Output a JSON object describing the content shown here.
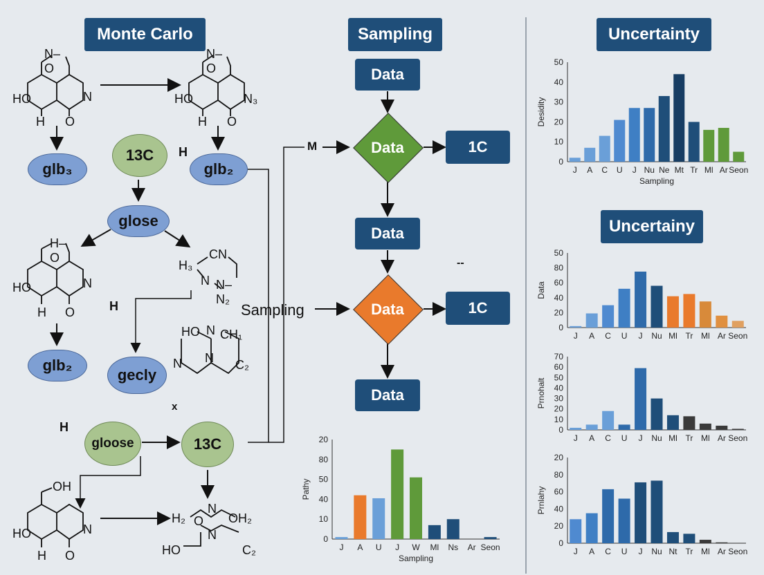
{
  "titles": {
    "monte_carlo": "Monte Carlo",
    "sampling": "Sampling",
    "uncertainty_1": "Uncertainty",
    "uncertainty_2": "Uncertainy"
  },
  "flow": {
    "box_top": "Data",
    "diamond_1": "Data",
    "out_1": "1C",
    "box_mid": "Data",
    "diamond_2": "Data",
    "out_2": "1C",
    "box_bottom": "Data",
    "m_label": "M",
    "sampling_label": "Sampling",
    "dash": "--"
  },
  "left": {
    "blob_1": "glb₃",
    "circle_13c_top": "13C",
    "h_1": "H",
    "blob_2": "glb₂",
    "blob_glose": "glose",
    "h_2": "H",
    "blob_3": "glb₂",
    "blob_gecly": "gecly",
    "x_label": "x",
    "h_3": "H",
    "circle_gloose": "gloose",
    "circle_13c_bottom": "13C"
  },
  "chem": {
    "m1": {
      "top": "N–O",
      "left": "HO",
      "right": "N",
      "bottom_h": "H",
      "bottom_o": "O"
    },
    "m2": {
      "top": "N–O",
      "left": "HO",
      "right": "N₃",
      "bottom_h": "H",
      "bottom_o": "O"
    },
    "m3": {
      "top": "H–O",
      "left": "HO",
      "right": "N",
      "bottom_h": "H",
      "bottom_o": "O"
    },
    "m4": {
      "a": "H₃",
      "b": "CN",
      "c": "N",
      "d": "N–N₂"
    },
    "m5": {
      "a": "HO",
      "b": "N",
      "c": "CH₁",
      "d": "N",
      "e": "N",
      "f": "C₂"
    },
    "m6": {
      "top": "OH",
      "left": "HO",
      "right": "N",
      "bottom_h": "H",
      "bottom_o": "O"
    },
    "m7": {
      "a": "H₂",
      "b": "O",
      "c": "N",
      "d": "OH₂",
      "e": "HO",
      "f": "N",
      "g": "C₂"
    }
  },
  "chart_data": [
    {
      "type": "bar",
      "title": "",
      "xlabel": "Sampling",
      "ylabel": "Pathy",
      "ylim": [
        0,
        100
      ],
      "yticks": [
        "0",
        "10",
        "40",
        "50",
        "80",
        "20"
      ],
      "categories": [
        "J",
        "A",
        "U",
        "J",
        "W",
        "Ml",
        "Ns",
        "Ar",
        "Seon"
      ],
      "values": [
        2,
        44,
        41,
        90,
        62,
        14,
        20,
        0,
        2
      ],
      "colors": [
        "#6a9fd8",
        "#e97a2c",
        "#6a9fd8",
        "#5f9a3a",
        "#5f9a3a",
        "#1f4e79",
        "#1f4e79",
        "#1f4e79",
        "#1f4e79"
      ]
    },
    {
      "type": "bar",
      "title": "Uncertainty",
      "xlabel": "Sampling",
      "ylabel": "Desidity",
      "ylim": [
        0,
        50
      ],
      "yticks": [
        "0",
        "10",
        "20",
        "30",
        "40",
        "50"
      ],
      "categories": [
        "J",
        "A",
        "C",
        "U",
        "J",
        "Nu",
        "Ne",
        "Mt",
        "Tr",
        "Ml",
        "Ar",
        "Seon"
      ],
      "values": [
        2,
        7,
        13,
        21,
        27,
        27,
        33,
        44,
        20,
        16,
        17,
        5
      ],
      "colors": [
        "#6a9fd8",
        "#6a9fd8",
        "#6a9fd8",
        "#4f8ad0",
        "#3f7fc4",
        "#2e6aaa",
        "#1f4e79",
        "#173d63",
        "#1f4e79",
        "#5f9a3a",
        "#5f9a3a",
        "#5f9a3a"
      ]
    },
    {
      "type": "bar",
      "title": "Uncertainy",
      "xlabel": "",
      "ylabel": "Data",
      "ylim": [
        0,
        100
      ],
      "yticks": [
        "0",
        "20",
        "40",
        "60",
        "80",
        "50"
      ],
      "categories": [
        "J",
        "A",
        "C",
        "U",
        "J",
        "Nu",
        "Ml",
        "Tr",
        "Ml",
        "Ar",
        "Seon"
      ],
      "values": [
        2,
        19,
        30,
        52,
        75,
        56,
        42,
        45,
        35,
        16,
        9
      ],
      "colors": [
        "#6a9fd8",
        "#6a9fd8",
        "#4f8ad0",
        "#3f7fc4",
        "#2e6aaa",
        "#1f4e79",
        "#e97a2c",
        "#e97a2c",
        "#d88a3a",
        "#e09040",
        "#e0a060"
      ]
    },
    {
      "type": "bar",
      "title": "",
      "xlabel": "",
      "ylabel": "Prnohalt",
      "ylim": [
        0,
        70
      ],
      "yticks": [
        "0",
        "10",
        "20",
        "30",
        "40",
        "50",
        "60",
        "70"
      ],
      "categories": [
        "J",
        "A",
        "C",
        "U",
        "J",
        "Nu",
        "Ml",
        "Tr",
        "Ml",
        "Ar",
        "Seon"
      ],
      "values": [
        2,
        5,
        18,
        5,
        59,
        30,
        14,
        13,
        6,
        4,
        1
      ],
      "colors": [
        "#6a9fd8",
        "#6a9fd8",
        "#6a9fd8",
        "#2e6aaa",
        "#2e6aaa",
        "#1f4e79",
        "#1f4e79",
        "#3a3a3a",
        "#3a3a3a",
        "#3a3a3a",
        "#3a3a3a"
      ]
    },
    {
      "type": "bar",
      "title": "",
      "xlabel": "",
      "ylabel": "Prnlahy",
      "ylim": [
        0,
        100
      ],
      "yticks": [
        "0",
        "20",
        "40",
        "60",
        "80",
        "20"
      ],
      "categories": [
        "J",
        "A",
        "C",
        "U",
        "J",
        "Nu",
        "Nt",
        "Tr",
        "Ml",
        "Ar",
        "Seon"
      ],
      "values": [
        28,
        35,
        63,
        52,
        71,
        73,
        13,
        11,
        4,
        1,
        0
      ],
      "colors": [
        "#4f8ad0",
        "#3f7fc4",
        "#2e6aaa",
        "#2e6aaa",
        "#1f4e79",
        "#1f4e79",
        "#1f4e79",
        "#1f4e79",
        "#3a3a3a",
        "#3a3a3a",
        "#3a3a3a"
      ]
    }
  ]
}
